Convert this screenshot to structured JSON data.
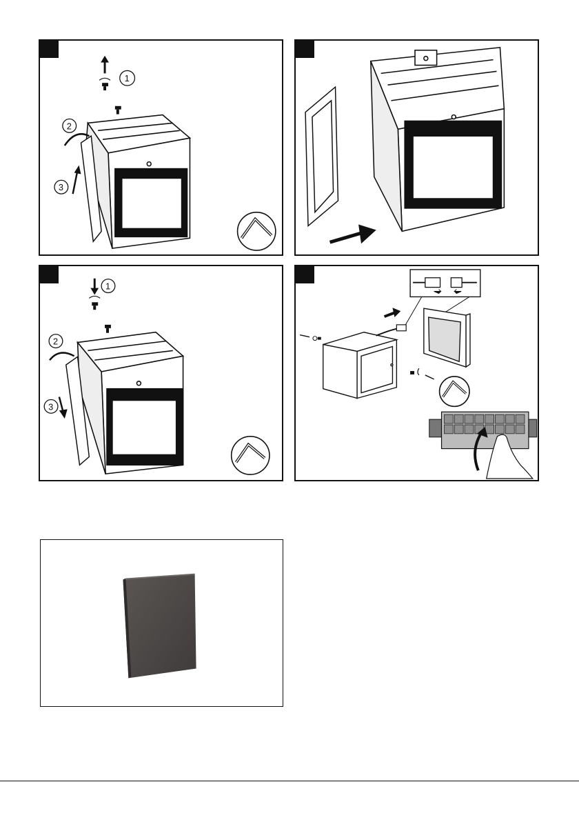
{
  "steps": [
    {
      "tab_label": "",
      "callouts": [
        "1",
        "2",
        "3"
      ],
      "icon": "hex-key-icon"
    },
    {
      "tab_label": "",
      "callouts": [],
      "icon": "arrow-icon"
    },
    {
      "tab_label": "",
      "callouts": [
        "1",
        "2",
        "3"
      ],
      "icon": "hex-key-icon"
    },
    {
      "tab_label": "",
      "callouts": [],
      "icon": "hex-key-icon"
    }
  ],
  "colors": {
    "ink": "#111111",
    "cover_panel": "#4a4645"
  }
}
